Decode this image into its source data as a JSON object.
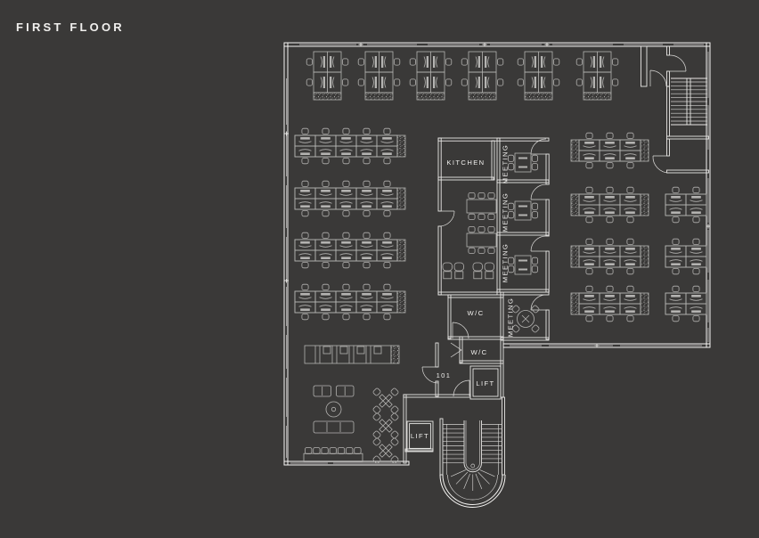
{
  "title": "FIRST FLOOR",
  "colors": {
    "background": "#3a3938",
    "exterior_wall": "#f6f5f3",
    "interior_wall": "#e9e8e6",
    "furniture": "#b4b3b1",
    "label_text": "#efeeec"
  },
  "rooms": {
    "kitchen": {
      "label": "KITCHEN"
    },
    "meeting_rooms": [
      {
        "label": "MEETING"
      },
      {
        "label": "MEETING"
      },
      {
        "label": "MEETING"
      },
      {
        "label": "MEETING"
      }
    ],
    "wc_rooms": [
      {
        "label": "W/C"
      },
      {
        "label": "W/C"
      }
    ],
    "lifts": [
      {
        "label": "LIFT"
      },
      {
        "label": "LIFT"
      }
    ],
    "unit": {
      "number": "101"
    }
  }
}
